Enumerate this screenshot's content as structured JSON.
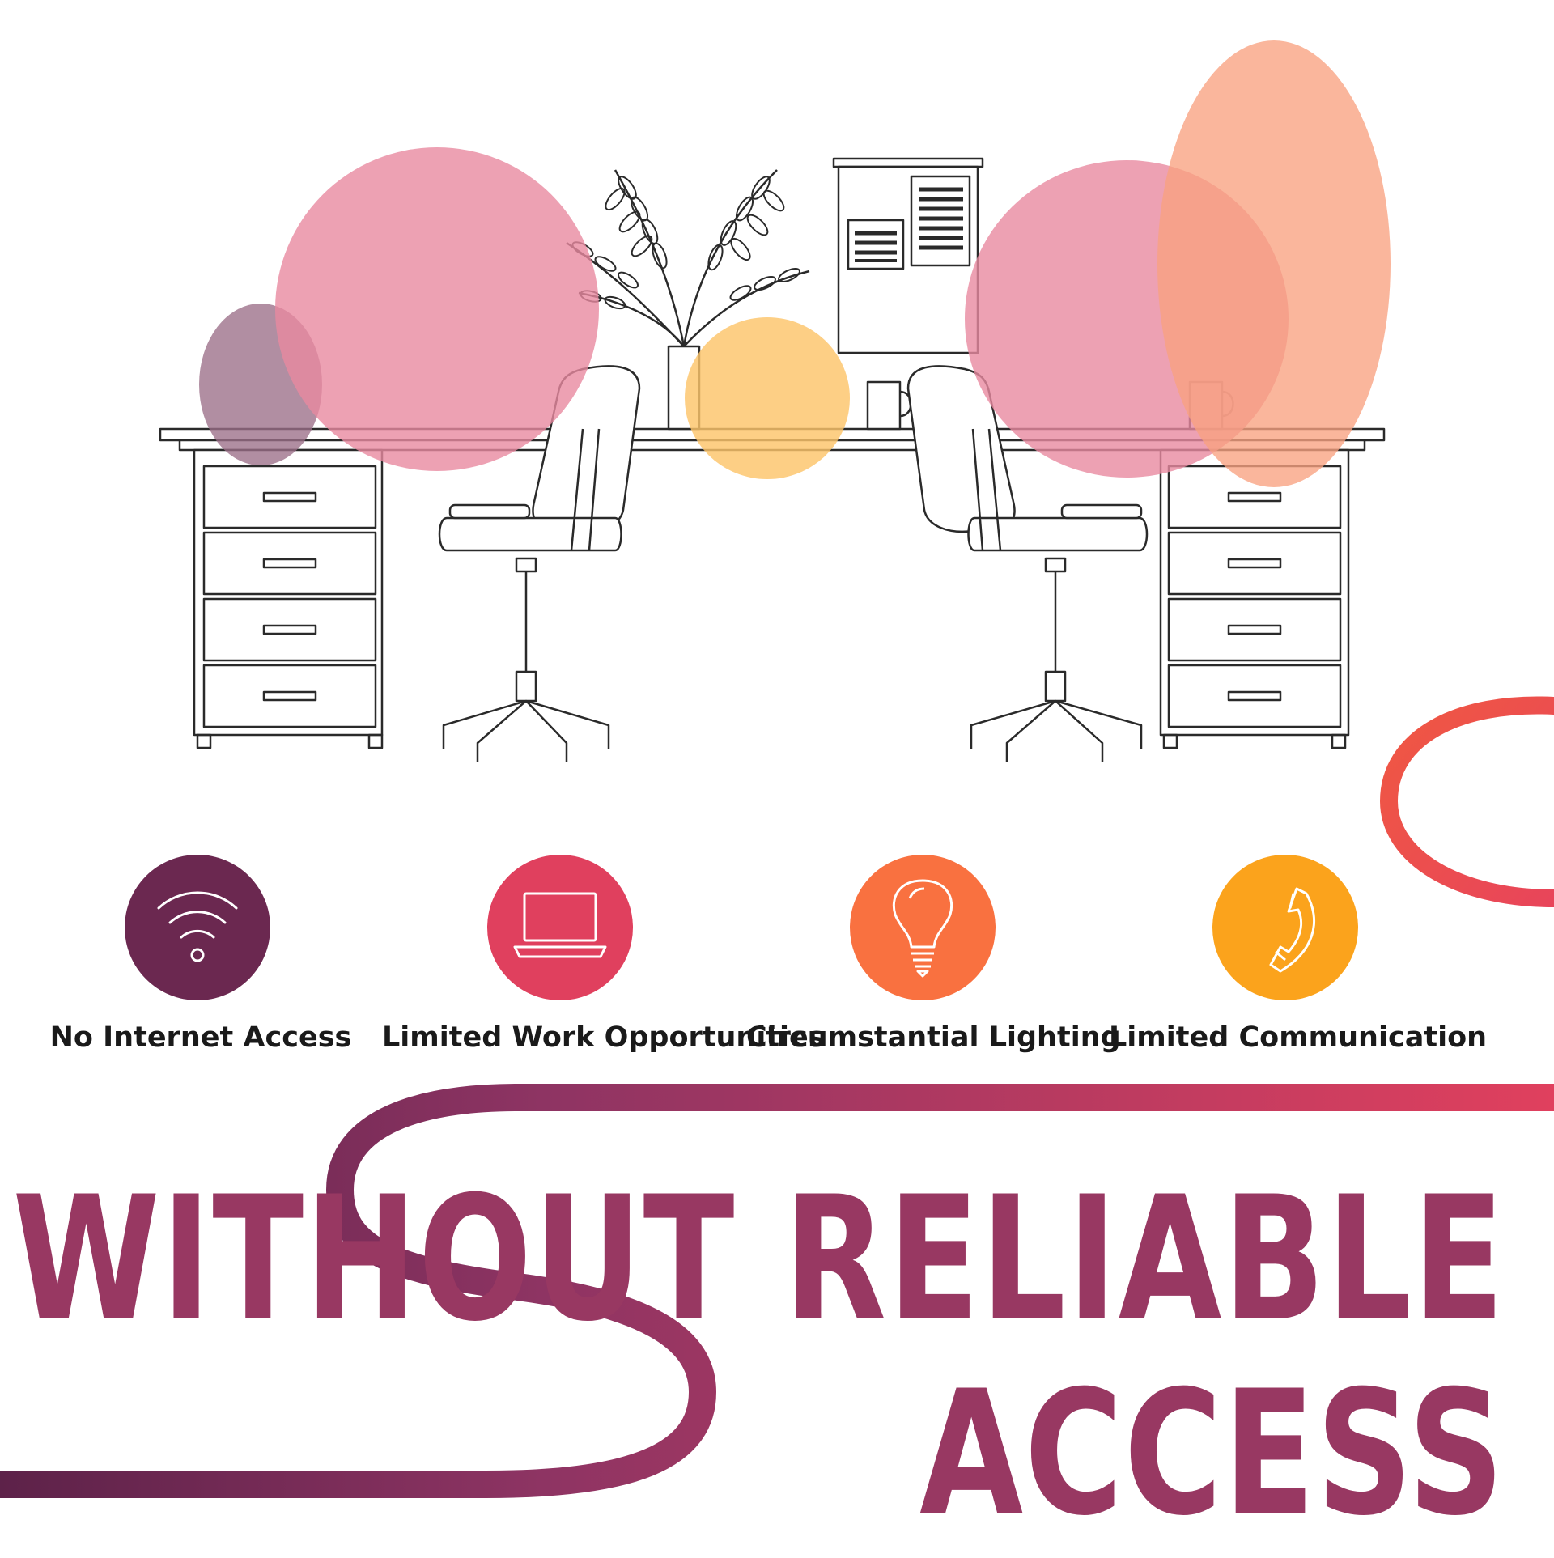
{
  "colors": {
    "plum": "#6b2850",
    "raspberry": "#e0405e",
    "orange": "#f97140",
    "amber": "#fba31c",
    "headline": "#983862",
    "line_art": "#2a2a2a",
    "blob_pink": "#e88aa0",
    "blob_mauve": "#9b6e88",
    "blob_yellow": "#fdc56a",
    "blob_peach": "#f9a180"
  },
  "icons": [
    {
      "name": "wifi-icon",
      "label": "No Internet Access"
    },
    {
      "name": "laptop-icon",
      "label": "Limited Work Opportunities"
    },
    {
      "name": "lightbulb-icon",
      "label": "Circumstantial Lighting"
    },
    {
      "name": "phone-icon",
      "label": "Limited Communication"
    }
  ],
  "headline": {
    "line1": "WITHOUT RELIABLE",
    "line2": "ACCESS"
  }
}
